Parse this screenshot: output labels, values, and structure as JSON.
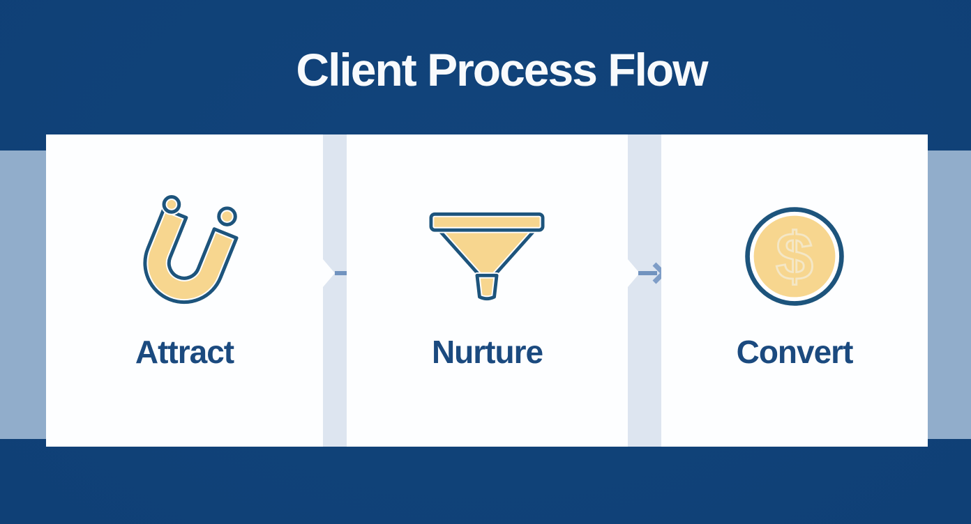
{
  "title": "Client Process Flow",
  "steps": [
    {
      "label": "Attract",
      "icon": "magnet-icon"
    },
    {
      "label": "Nurture",
      "icon": "funnel-icon"
    },
    {
      "label": "Convert",
      "icon": "coin-icon"
    }
  ],
  "connectors": [
    {
      "icon": "arrow-right-icon"
    },
    {
      "icon": "arrow-right-icon"
    }
  ],
  "colors": {
    "background_navy": "#0f4076",
    "band_blue": "#91adcb",
    "connector_strip": "#dde5f0",
    "card_white": "#fdfeff",
    "icon_fill_yellow": "#f7d68f",
    "icon_outline_navy": "#1d547c",
    "label_navy": "#1b4a7f",
    "arrow_blue": "#7193bf",
    "title_white": "#f8fafc"
  }
}
